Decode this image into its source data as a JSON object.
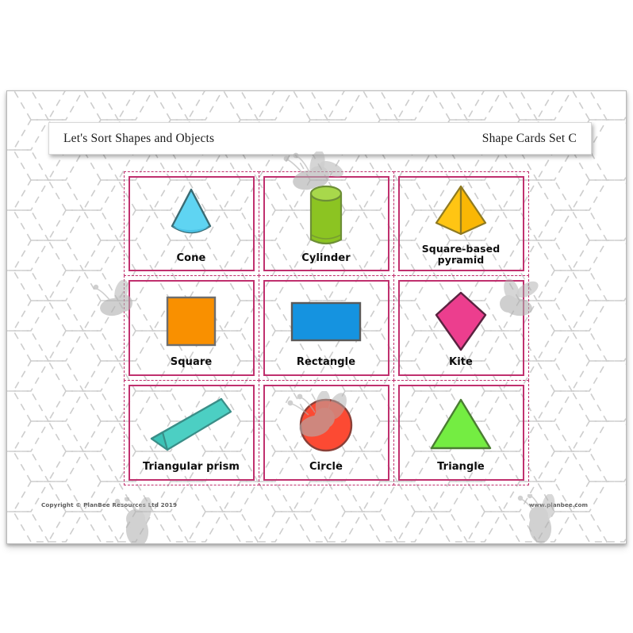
{
  "header": {
    "title_left": "Let's Sort Shapes and Objects",
    "title_right": "Shape Cards Set C"
  },
  "colors": {
    "card_border": "#c0306e",
    "cut_line": "#c0306e",
    "page_border": "#b9b9b9",
    "bee": "#b6b6b6",
    "cone": "#5fd4f2",
    "cylinder": "#8cc422",
    "pyramid": "#ffc513",
    "square": "#f99000",
    "rectangle": "#1593e0",
    "kite": "#ec3e8e",
    "prism": "#4ccfc3",
    "circle": "#fc4a33",
    "triangle": "#74ed42"
  },
  "cards": [
    {
      "label": "Cone",
      "shape": "cone",
      "icon": "cone-icon"
    },
    {
      "label": "Cylinder",
      "shape": "cylinder",
      "icon": "cylinder-icon"
    },
    {
      "label": "Square-based pyramid",
      "shape": "pyramid",
      "icon": "square-based-pyramid-icon"
    },
    {
      "label": "Square",
      "shape": "square",
      "icon": "square-icon"
    },
    {
      "label": "Rectangle",
      "shape": "rectangle",
      "icon": "rectangle-icon"
    },
    {
      "label": "Kite",
      "shape": "kite",
      "icon": "kite-icon"
    },
    {
      "label": "Triangular prism",
      "shape": "prism",
      "icon": "triangular-prism-icon"
    },
    {
      "label": "Circle",
      "shape": "circle",
      "icon": "circle-icon"
    },
    {
      "label": "Triangle",
      "shape": "triangle",
      "icon": "triangle-icon"
    }
  ],
  "footer": {
    "copyright": "Copyright © PlanBee Resources Ltd 2019",
    "website": "www.planbee.com"
  }
}
